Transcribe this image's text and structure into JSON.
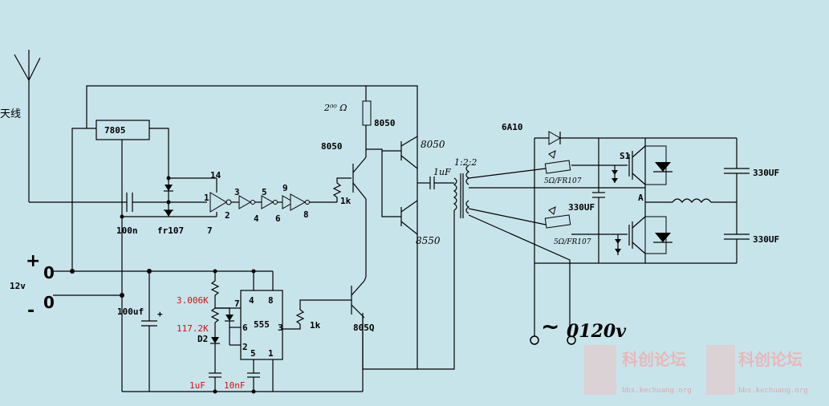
{
  "labels": {
    "antenna": "天线",
    "regulator": "7805",
    "cap_100n": "100n",
    "diode_fr107": "fr107",
    "pin7": "7",
    "pin14": "14",
    "inv1": "1",
    "inv2": "2",
    "inv3": "3",
    "inv4": "4",
    "inv5": "5",
    "inv6": "6",
    "inv9": "9",
    "inv8": "8",
    "res_1k_a": "1k",
    "tr_8050_a": "8050",
    "res_200": "2⁰⁰ Ω",
    "tr_8050_b": "8050",
    "tr_8050_c": "8050",
    "tr_8550": "8550",
    "cap_1uf": "1uF",
    "ratio": "1:2:2",
    "plus": "+",
    "minus": "-",
    "supply": "12v",
    "zero": "0",
    "cap_100uf": "100uf",
    "cap_plus": "+",
    "res_3006": "3.006K",
    "res_1172": "117.2K",
    "d2": "D2",
    "timer": "555",
    "p7": "7",
    "p4": "4",
    "p8": "8",
    "p6": "6",
    "p3": "3",
    "p2": "2",
    "p5": "5",
    "p1": "1",
    "res_1k_b": "1k",
    "tr_8050_d": "805Q",
    "cap_1uf_b": "1uF",
    "cap_10nf": "10nF",
    "fuse": "6A10",
    "s1": "S1",
    "res_5r_a": "5Ω/FR107",
    "res_5r_b": "5Ω/FR107",
    "node_a": "A",
    "cap_330uf_mid": "330UF",
    "cap_330uf_top": "330UF",
    "cap_330uf_bot": "330UF",
    "ac_symbol": "~",
    "out_voltage": "0120v",
    "wm_title": "科创论坛",
    "wm_url": "bbs.kechuang.org"
  }
}
